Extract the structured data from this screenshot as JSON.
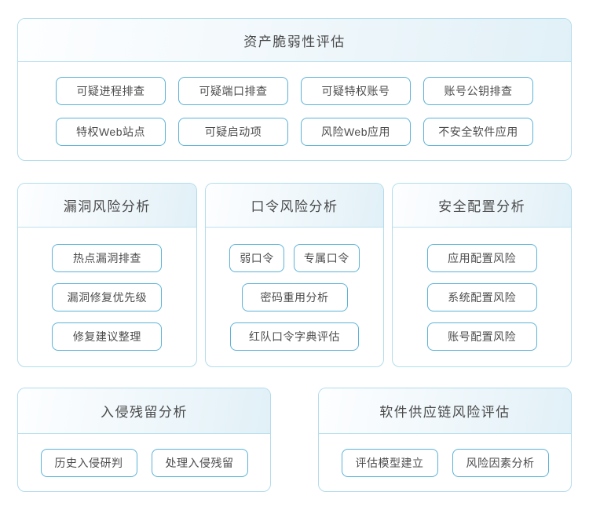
{
  "colors": {
    "page_background": "#ffffff",
    "card_border": "#b2dcec",
    "header_gradient_start": "#fdfeff",
    "header_gradient_end": "#e1f0f7",
    "header_divider": "#bce1ef",
    "pill_border": "#5cb3d8",
    "title_text": "#4a4a4a",
    "pill_text": "#4d4d4d"
  },
  "cards": {
    "asset_vulnerability": {
      "title": "资产脆弱性评估",
      "row1": [
        "可疑进程排查",
        "可疑端口排查",
        "可疑特权账号",
        "账号公钥排查"
      ],
      "row2": [
        "特权Web站点",
        "可疑启动项",
        "风险Web应用",
        "不安全软件应用"
      ]
    },
    "vuln_risk": {
      "title": "漏洞风险分析",
      "items": [
        "热点漏洞排查",
        "漏洞修复优先级",
        "修复建议整理"
      ]
    },
    "password_risk": {
      "title": "口令风险分析",
      "row1": [
        "弱口令",
        "专属口令"
      ],
      "items": [
        "密码重用分析",
        "红队口令字典评估"
      ]
    },
    "security_config": {
      "title": "安全配置分析",
      "items": [
        "应用配置风险",
        "系统配置风险",
        "账号配置风险"
      ]
    },
    "intrusion_residue": {
      "title": "入侵残留分析",
      "items": [
        "历史入侵研判",
        "处理入侵残留"
      ]
    },
    "supply_chain": {
      "title": "软件供应链风险评估",
      "items": [
        "评估模型建立",
        "风险因素分析"
      ]
    }
  }
}
